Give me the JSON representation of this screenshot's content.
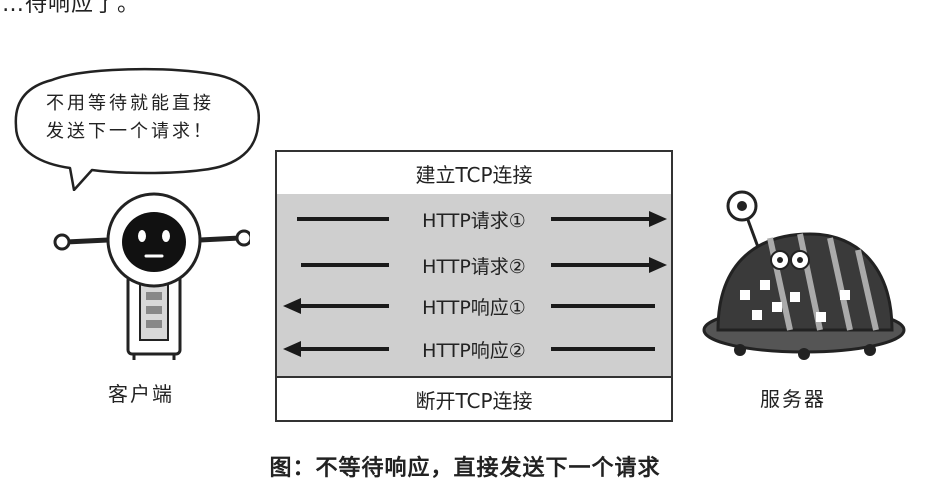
{
  "top_fragment": "…待响应了。",
  "bubble": {
    "lines": [
      "不用等待就能直接",
      "发送下一个请求！"
    ]
  },
  "client": {
    "label": "客户端"
  },
  "server": {
    "label": "服务器"
  },
  "connection": {
    "open_label": "建立TCP连接",
    "close_label": "断开TCP连接",
    "messages": [
      {
        "label": "HTTP请求①",
        "direction": "to-server"
      },
      {
        "label": "HTTP请求②",
        "direction": "to-server"
      },
      {
        "label": "HTTP响应①",
        "direction": "to-client"
      },
      {
        "label": "HTTP响应②",
        "direction": "to-client"
      }
    ]
  },
  "caption": "图：不等待响应，直接发送下一个请求",
  "colors": {
    "arrow": "#1a1a1a",
    "body_fill": "#cfcfcf",
    "border": "#333333"
  }
}
